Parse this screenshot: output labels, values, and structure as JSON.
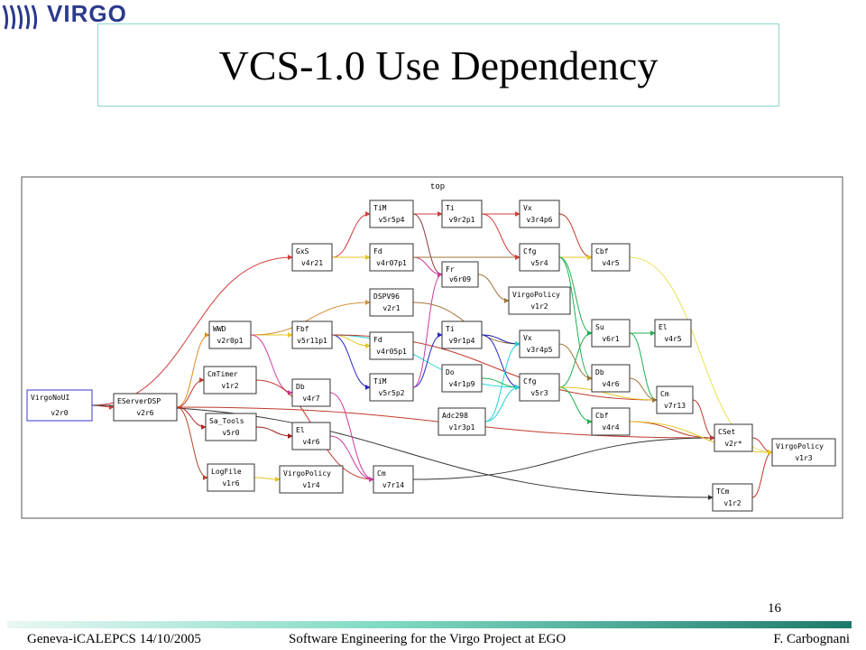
{
  "header": {
    "logo_text": "VIRGO",
    "title": "VCS-1.0 Use Dependency"
  },
  "diagram": {
    "graph_label": "top",
    "nodes": [
      {
        "id": "virgonoui",
        "name": "VirgoNoUI",
        "version": "v2r0"
      },
      {
        "id": "eserverdsp",
        "name": "EServerDSP",
        "version": "v2r6"
      },
      {
        "id": "wwd",
        "name": "WWD",
        "version": "v2r0p1"
      },
      {
        "id": "cmtimer",
        "name": "CmTimer",
        "version": "v1r2"
      },
      {
        "id": "satools",
        "name": "Sa_Tools",
        "version": "v5r0"
      },
      {
        "id": "logfile",
        "name": "LogFile",
        "version": "v1r6"
      },
      {
        "id": "gxs",
        "name": "GxS",
        "version": "v4r21"
      },
      {
        "id": "fbf",
        "name": "Fbf",
        "version": "v5r11p1"
      },
      {
        "id": "db1",
        "name": "Db",
        "version": "v4r7"
      },
      {
        "id": "el1",
        "name": "El",
        "version": "v4r6"
      },
      {
        "id": "vp1",
        "name": "VirgoPolicy",
        "version": "v1r4"
      },
      {
        "id": "tim1",
        "name": "TiM",
        "version": "v5r5p4"
      },
      {
        "id": "fd1",
        "name": "Fd",
        "version": "v4r07p1"
      },
      {
        "id": "dspv96",
        "name": "DSPV96",
        "version": "v2r1"
      },
      {
        "id": "fd2",
        "name": "Fd",
        "version": "v4r05p1"
      },
      {
        "id": "tim2",
        "name": "TiM",
        "version": "v5r5p2"
      },
      {
        "id": "cm1",
        "name": "Cm",
        "version": "v7r14"
      },
      {
        "id": "ti1",
        "name": "Ti",
        "version": "v9r2p1"
      },
      {
        "id": "fr",
        "name": "Fr",
        "version": "v6r09"
      },
      {
        "id": "ti2",
        "name": "Ti",
        "version": "v9r1p4"
      },
      {
        "id": "do",
        "name": "Do",
        "version": "v4r1p9"
      },
      {
        "id": "adc298",
        "name": "Adc298",
        "version": "v1r3p1"
      },
      {
        "id": "vx1",
        "name": "Vx",
        "version": "v3r4p6"
      },
      {
        "id": "cfg1",
        "name": "Cfg",
        "version": "v5r4"
      },
      {
        "id": "vp2",
        "name": "VirgoPolicy",
        "version": "v1r2"
      },
      {
        "id": "vx2",
        "name": "Vx",
        "version": "v3r4p5"
      },
      {
        "id": "cfg2",
        "name": "Cfg",
        "version": "v5r3"
      },
      {
        "id": "cbf1",
        "name": "Cbf",
        "version": "v4r5"
      },
      {
        "id": "su",
        "name": "Su",
        "version": "v6r1"
      },
      {
        "id": "db2",
        "name": "Db",
        "version": "v4r6"
      },
      {
        "id": "cbf2",
        "name": "Cbf",
        "version": "v4r4"
      },
      {
        "id": "el2",
        "name": "El",
        "version": "v4r5"
      },
      {
        "id": "cm2",
        "name": "Cm",
        "version": "v7r13"
      },
      {
        "id": "cset",
        "name": "CSet",
        "version": "v2r*"
      },
      {
        "id": "tcm",
        "name": "TCm",
        "version": "v1r2"
      },
      {
        "id": "vp3",
        "name": "VirgoPolicy",
        "version": "v1r3"
      }
    ],
    "edges": [
      {
        "from": "virgonoui",
        "to": "eserverdsp",
        "color": "#d43c3c"
      },
      {
        "from": "virgonoui",
        "to": "gxs",
        "color": "#d43c3c"
      },
      {
        "from": "virgonoui",
        "to": "tcm",
        "color": "#333333"
      },
      {
        "from": "eserverdsp",
        "to": "wwd",
        "color": "#e08a1a"
      },
      {
        "from": "eserverdsp",
        "to": "cmtimer",
        "color": "#c0392b"
      },
      {
        "from": "eserverdsp",
        "to": "satools",
        "color": "#b5262b"
      },
      {
        "from": "eserverdsp",
        "to": "logfile",
        "color": "#b5462b"
      },
      {
        "from": "eserverdsp",
        "to": "cset",
        "color": "#c0392b"
      },
      {
        "from": "wwd",
        "to": "fbf",
        "color": "#e6c51f"
      },
      {
        "from": "wwd",
        "to": "dspv96",
        "color": "#d4923a"
      },
      {
        "from": "wwd",
        "to": "db1",
        "color": "#cc3aa0"
      },
      {
        "from": "cmtimer",
        "to": "cm1",
        "color": "#c0392b"
      },
      {
        "from": "satools",
        "to": "el1",
        "color": "#9c1e1e"
      },
      {
        "from": "logfile",
        "to": "vp1",
        "color": "#e6c51f"
      },
      {
        "from": "gxs",
        "to": "tim1",
        "color": "#d43c3c"
      },
      {
        "from": "gxs",
        "to": "fd1",
        "color": "#e6c51f"
      },
      {
        "from": "fbf",
        "to": "fd2",
        "color": "#e6c51f"
      },
      {
        "from": "fbf",
        "to": "tim2",
        "color": "#2626c8"
      },
      {
        "from": "fbf",
        "to": "cfg2",
        "color": "#1fd3d3"
      },
      {
        "from": "fbf",
        "to": "cm2",
        "color": "#c0392b"
      },
      {
        "from": "db1",
        "to": "cm1",
        "color": "#cc3aa0"
      },
      {
        "from": "el1",
        "to": "cm1",
        "color": "#cc3aa0"
      },
      {
        "from": "dspv96",
        "to": "vx2",
        "color": "#a0743a"
      },
      {
        "from": "tim1",
        "to": "ti1",
        "color": "#d43c3c"
      },
      {
        "from": "tim1",
        "to": "fr",
        "color": "#8a3a3a"
      },
      {
        "from": "fd1",
        "to": "fr",
        "color": "#cc3aa0"
      },
      {
        "from": "fd1",
        "to": "cfg1",
        "color": "#a0743a"
      },
      {
        "from": "tim2",
        "to": "ti2",
        "color": "#2626c8"
      },
      {
        "from": "tim2",
        "to": "fr",
        "color": "#cc3aa0"
      },
      {
        "from": "ti1",
        "to": "vx1",
        "color": "#d43c3c"
      },
      {
        "from": "ti1",
        "to": "cfg1",
        "color": "#d43c3c"
      },
      {
        "from": "ti2",
        "to": "vx2",
        "color": "#1a1a9a"
      },
      {
        "from": "ti2",
        "to": "cfg2",
        "color": "#2626c8"
      },
      {
        "from": "fr",
        "to": "vp2",
        "color": "#a0743a"
      },
      {
        "from": "do",
        "to": "cfg2",
        "color": "#20b050"
      },
      {
        "from": "adc298",
        "to": "vx2",
        "color": "#1fd3d3"
      },
      {
        "from": "adc298",
        "to": "cfg2",
        "color": "#1fd3d3"
      },
      {
        "from": "cm1",
        "to": "cset",
        "color": "#333333"
      },
      {
        "from": "vx1",
        "to": "cbf1",
        "color": "#c0392b"
      },
      {
        "from": "cfg1",
        "to": "cbf1",
        "color": "#e6c51f"
      },
      {
        "from": "cfg1",
        "to": "su",
        "color": "#20b050"
      },
      {
        "from": "cfg1",
        "to": "db2",
        "color": "#20b050"
      },
      {
        "from": "vx2",
        "to": "db2",
        "color": "#a0743a"
      },
      {
        "from": "cfg2",
        "to": "su",
        "color": "#20b050"
      },
      {
        "from": "cfg2",
        "to": "cbf2",
        "color": "#20b050"
      },
      {
        "from": "cfg2",
        "to": "cm2",
        "color": "#e6c51f"
      },
      {
        "from": "su",
        "to": "el2",
        "color": "#20b050"
      },
      {
        "from": "su",
        "to": "cm2",
        "color": "#20b050"
      },
      {
        "from": "db2",
        "to": "cm2",
        "color": "#a0743a"
      },
      {
        "from": "cbf1",
        "to": "vp3",
        "color": "#e6e04a"
      },
      {
        "from": "cbf2",
        "to": "cset",
        "color": "#c0392b"
      },
      {
        "from": "cm2",
        "to": "cset",
        "color": "#c0392b"
      },
      {
        "from": "cset",
        "to": "vp3",
        "color": "#c0392b"
      },
      {
        "from": "tcm",
        "to": "vp3",
        "color": "#c0392b"
      },
      {
        "from": "cbf2",
        "to": "vp3",
        "color": "#e6c51f"
      }
    ]
  },
  "footer": {
    "slide_number": "16",
    "left": "Geneva-iCALEPCS 14/10/2005",
    "center": "Software Engineering for the Virgo Project at EGO",
    "right": "F. Carbognani"
  }
}
